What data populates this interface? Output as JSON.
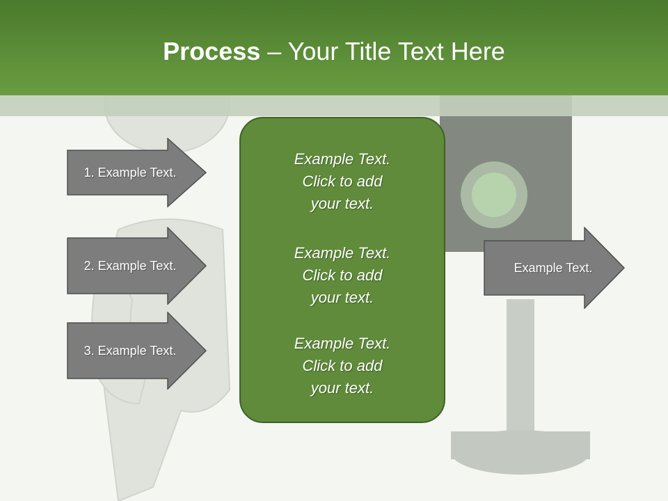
{
  "title": {
    "bold": "Process",
    "rest": " – Your Title Text Here"
  },
  "left_arrows": [
    {
      "label": "1. Example Text."
    },
    {
      "label": "2. Example Text."
    },
    {
      "label": "3. Example Text."
    }
  ],
  "center_box": {
    "blocks": [
      {
        "line1": "Example Text.",
        "line2": "Click  to add",
        "line3": "your text."
      },
      {
        "line1": "Example Text.",
        "line2": "Click  to add",
        "line3": "your text."
      },
      {
        "line1": "Example Text.",
        "line2": "Click  to add",
        "line3": "your text."
      }
    ]
  },
  "right_arrow": {
    "label": "Example Text."
  },
  "colors": {
    "header_green": "#5e8f3a",
    "box_green": "#5f8b3a",
    "arrow_gray": "#7d7d7d",
    "text_white": "#ffffff"
  }
}
